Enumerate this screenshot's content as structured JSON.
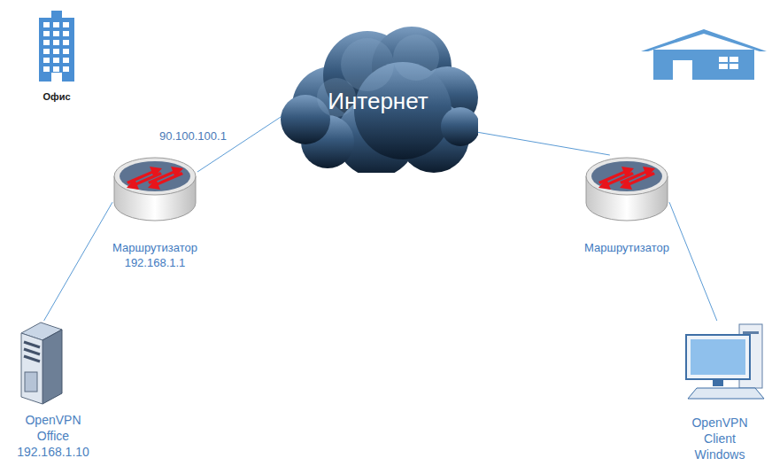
{
  "diagram": {
    "nodes": [
      {
        "text": [
          "Офис"
        ]
      },
      {
        "text": [
          "Интернет"
        ]
      },
      {
        "text": [
          "Маршрутизатор 192.168.1.1"
        ]
      },
      {
        "text": [
          "Маршрутизатор"
        ]
      },
      {
        "text": [
          "OpenVPN Office 192.168.1.10"
        ]
      },
      {
        "text": [
          "OpenVPN Client Windows"
        ]
      }
    ],
    "edges": [
      {
        "from": 2,
        "to": 1,
        "arrow": "none",
        "label": "90.100.100.1"
      },
      {
        "from": 1,
        "to": 3,
        "arrow": "none"
      },
      {
        "from": 2,
        "to": 4,
        "arrow": "none"
      },
      {
        "from": 3,
        "to": 5,
        "arrow": "none"
      }
    ]
  }
}
